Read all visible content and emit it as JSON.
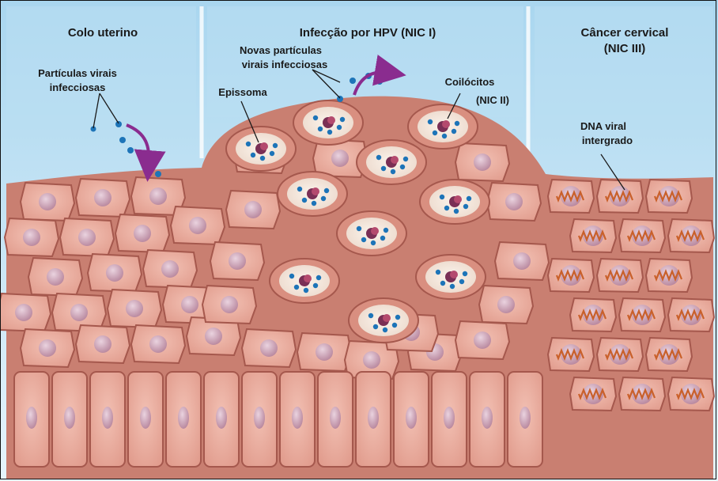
{
  "panels": {
    "left_title": "Colo uterino",
    "middle_title": "Infecção por HPV (NIC I)",
    "right_title_line1": "Câncer cervical",
    "right_title_line2": "(NIC III)"
  },
  "labels": {
    "infectious_particles_line1": "Partículas virais",
    "infectious_particles_line2": "infecciosas",
    "new_particles_line1": "Novas partículas",
    "new_particles_line2": "virais infecciosas",
    "episome": "Epissoma",
    "koilocytes_line1": "Coilócitos",
    "koilocytes_line2": "(NIC II)",
    "viral_dna_line1": "DNA viral",
    "viral_dna_line2": "intergrado"
  },
  "colors": {
    "background_top": "#d4ecf7",
    "background_panel": "#a9d6ef",
    "tissue": "#e9a99b",
    "tissue_dark": "#c9796b",
    "cell_outline": "#a5584d",
    "nucleus": "#c98fa7",
    "virus": "#1d74b8",
    "arrow": "#8a2c8f",
    "koilocyte_halo": "#f6ece2",
    "viral_dna": "#c9602a"
  }
}
